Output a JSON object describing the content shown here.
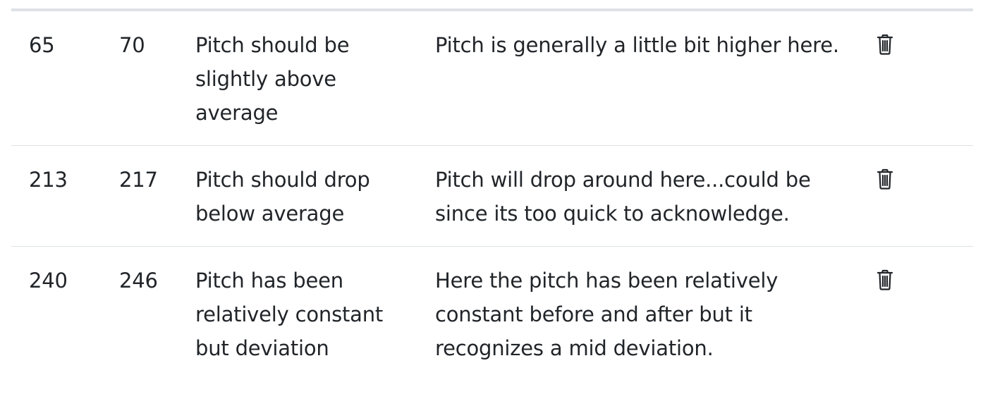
{
  "annotations": [
    {
      "start": "65",
      "end": "70",
      "expected": "Pitch should be slightly above average",
      "observed": "Pitch is generally a little bit higher here.",
      "action_icon": "trash-icon"
    },
    {
      "start": "213",
      "end": "217",
      "expected": "Pitch should drop below average",
      "observed": "Pitch will drop around here...could be since its too quick to acknowledge.",
      "action_icon": "trash-icon"
    },
    {
      "start": "240",
      "end": "246",
      "expected": "Pitch has been relatively constant but deviation",
      "observed": "Here the pitch has been relatively constant before and after but it recognizes a mid deviation.",
      "action_icon": "trash-icon"
    }
  ],
  "colors": {
    "text": "#212529",
    "row_border": "#dee2e6",
    "icon": "#212529"
  }
}
